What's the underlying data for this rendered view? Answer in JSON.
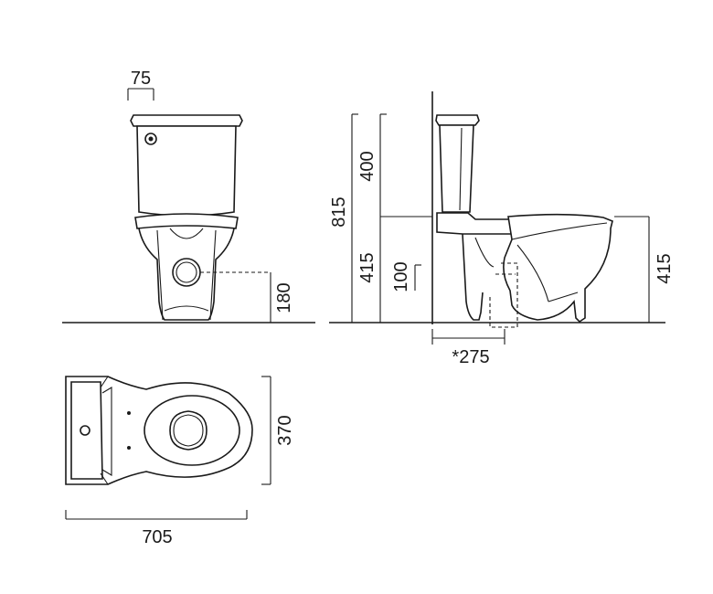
{
  "dimensions": {
    "front_flush_offset": "75",
    "front_outlet_height": "180",
    "side_total_height": "815",
    "side_cistern_height": "400",
    "side_pan_height_left": "415",
    "side_outlet_height": "100",
    "side_outlet_distance": "*275",
    "side_pan_height_right": "415",
    "top_width": "370",
    "top_length": "705"
  }
}
